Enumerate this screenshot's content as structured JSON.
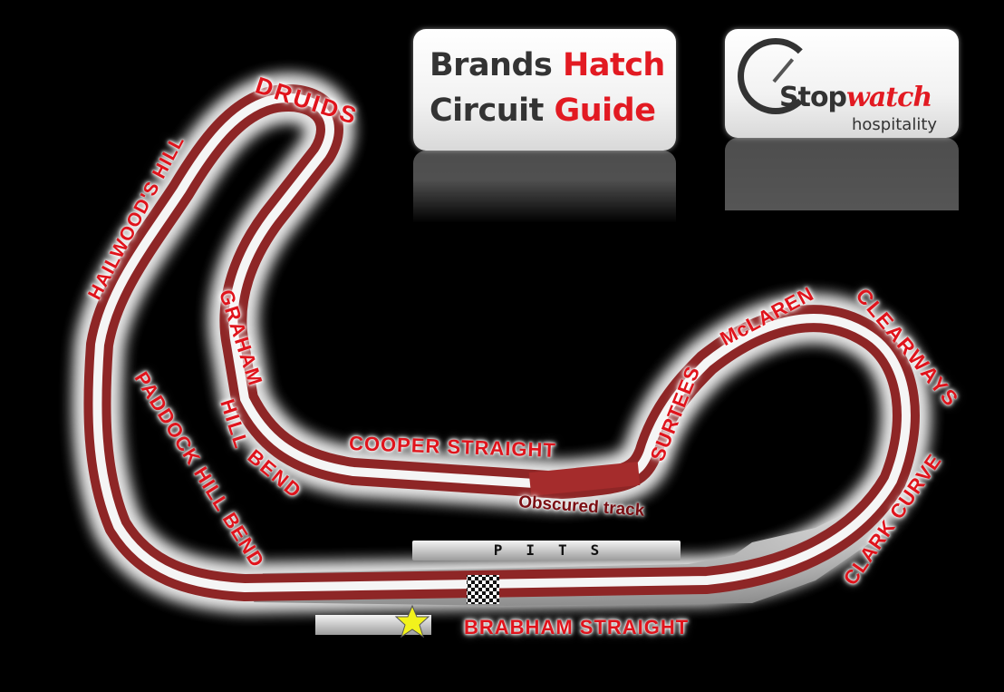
{
  "guide": {
    "title_line1_a": "Brands",
    "title_line1_b": "Hatch",
    "title_line2_a": "Circuit",
    "title_line2_b": "Guide"
  },
  "logo": {
    "stop": "Stop",
    "watch": "watch",
    "hospitality": "hospitality"
  },
  "corners": {
    "druids": "DRUIDS",
    "hailwoods_hill": "HAILWOOD'S HILL",
    "graham_hill_1": "GRAHAM",
    "graham_hill_2": "HILL",
    "graham_hill_3": "BEND",
    "paddock_hill_bend": "PADDOCK HILL BEND",
    "cooper_straight": "COOPER STRAIGHT",
    "surtees": "SURTEES",
    "mclaren": "McLAREN",
    "clearways": "CLEARWAYS",
    "clark_curve": "CLARK CURVE",
    "brabham_straight": "BRABHAM STRAIGHT"
  },
  "notes": {
    "obscured": "Obscured track",
    "pits": "PITS"
  },
  "colors": {
    "track_red": "#9b2a2a",
    "track_white": "#f5f5f5",
    "label_red": "#e0141c",
    "brand_red": "#e21a22",
    "star": "#f2f21c"
  }
}
